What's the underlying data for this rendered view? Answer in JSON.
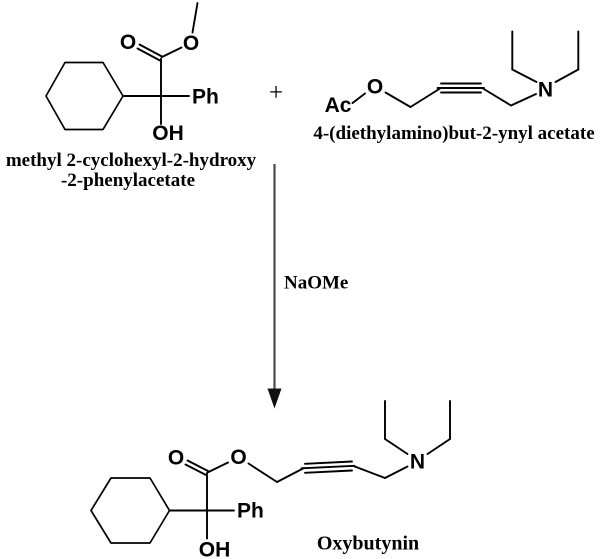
{
  "reaction": {
    "reactant1": {
      "name_line1": "methyl 2-cyclohexyl-2-hydroxy",
      "name_line2": "-2-phenylacetate",
      "atom_labels": {
        "carbonyl_oxygen": "O",
        "ester_oxygen": "O",
        "phenyl": "Ph",
        "hydroxyl": "OH"
      }
    },
    "plus_sign": "+",
    "reactant2": {
      "name": "4-(diethylamino)but-2-ynyl acetate",
      "atom_labels": {
        "acetyl": "Ac",
        "ester_oxygen": "O",
        "nitrogen": "N"
      }
    },
    "reagent": "NaOMe",
    "product": {
      "name": "Oxybutynin",
      "atom_labels": {
        "carbonyl_oxygen": "O",
        "ester_oxygen": "O",
        "phenyl": "Ph",
        "hydroxyl": "OH",
        "nitrogen": "N"
      }
    },
    "colors": {
      "bond": "#000000",
      "arrow": "#4a4a4a",
      "text": "#000000",
      "background": "#ffffff"
    }
  }
}
